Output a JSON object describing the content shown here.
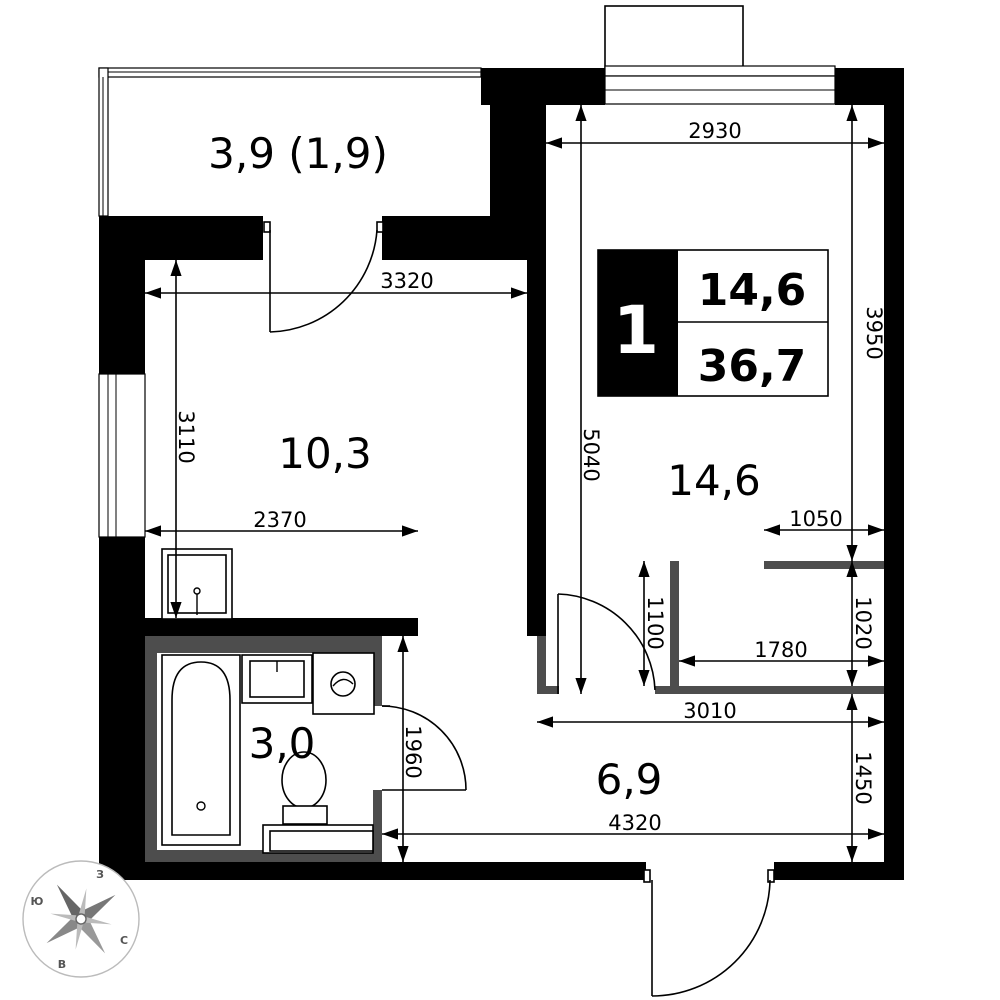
{
  "badge": {
    "rooms": "1",
    "living_area": "14,6",
    "total_area": "36,7"
  },
  "rooms": {
    "balcony": "3,9 (1,9)",
    "kitchen": "10,3",
    "living_room": "14,6",
    "bathroom": "3,0",
    "hallway": "6,9"
  },
  "dimensions": {
    "d2930": "2930",
    "d3950": "3950",
    "d3320": "3320",
    "d3110": "3110",
    "d2370": "2370",
    "d5040": "5040",
    "d1050": "1050",
    "d1100": "1100",
    "d1020": "1020",
    "d1780": "1780",
    "d3010": "3010",
    "d1960": "1960",
    "d1450": "1450",
    "d4320": "4320"
  },
  "compass": {
    "north": "З",
    "east": "С",
    "south": "В",
    "west": "Ю"
  }
}
